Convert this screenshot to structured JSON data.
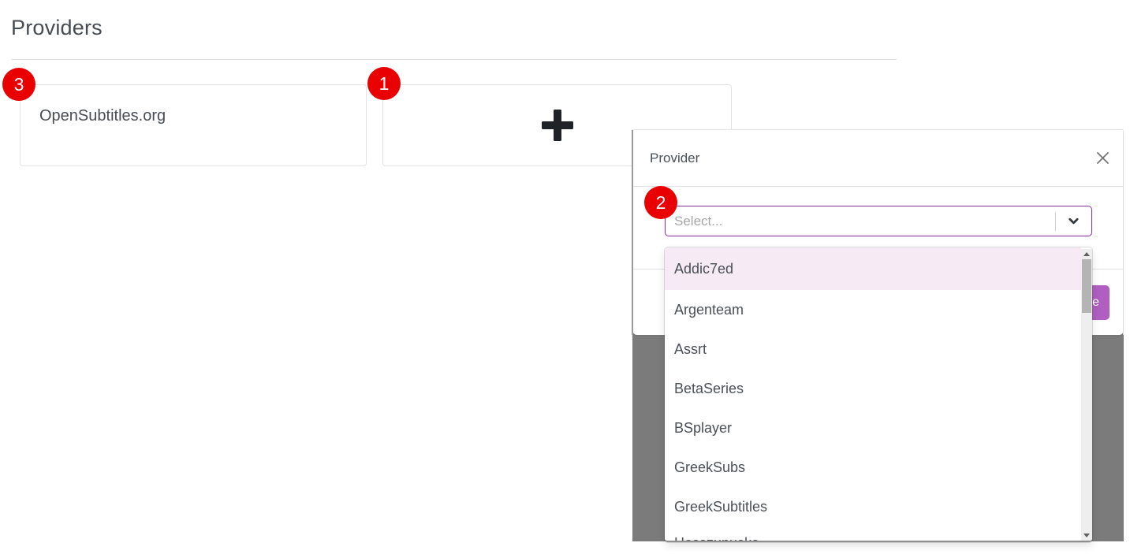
{
  "page": {
    "title": "Providers"
  },
  "providers_list": {
    "cards": [
      {
        "name": "OpenSubtitles.org"
      }
    ]
  },
  "annotations": {
    "provider_card_step": "3",
    "add_card_step": "1",
    "select_step": "2"
  },
  "modal": {
    "title": "Provider",
    "select_placeholder": "Select...",
    "save_label": "Save",
    "options": [
      {
        "label": "Addic7ed",
        "highlighted": true
      },
      {
        "label": "Argenteam"
      },
      {
        "label": "Assrt"
      },
      {
        "label": "BetaSeries"
      },
      {
        "label": "BSplayer"
      },
      {
        "label": "GreekSubs"
      },
      {
        "label": "GreekSubtitles"
      },
      {
        "label": "Hosszupuska",
        "clipped": true
      }
    ]
  },
  "colors": {
    "accent_purple": "#8a2b9b",
    "button_purple": "#b05fc0",
    "highlight_pink": "#f6eaf5",
    "badge_red": "#e90000",
    "backdrop_gray": "#7b7b7b"
  }
}
